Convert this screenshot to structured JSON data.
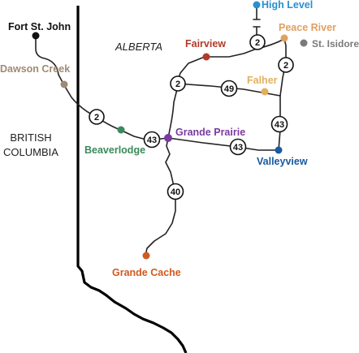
{
  "regions": {
    "alberta": "ALBERTA",
    "bc_line1": "BRITISH",
    "bc_line2": "COLUMBIA"
  },
  "places": {
    "fort_st_john": {
      "label": "Fort St. John",
      "color": "#111111"
    },
    "dawson_creek": {
      "label": "Dawson Creek",
      "color": "#a08a74"
    },
    "high_level": {
      "label": "High Level",
      "color": "#2a8fd0"
    },
    "peace_river": {
      "label": "Peace River",
      "color": "#e0a060"
    },
    "st_isidore": {
      "label": "St. Isidore",
      "color": "#7a7a7a"
    },
    "fairview": {
      "label": "Fairview",
      "color": "#b23a2a"
    },
    "falher": {
      "label": "Falher",
      "color": "#e0b060"
    },
    "beaverlodge": {
      "label": "Beaverlodge",
      "color": "#3a8a5a"
    },
    "grande_prairie": {
      "label": "Grande Prairie",
      "color": "#7a3aa0"
    },
    "valleyview": {
      "label": "Valleyview",
      "color": "#1a5aa0"
    },
    "grande_cache": {
      "label": "Grande Cache",
      "color": "#d05a20"
    }
  },
  "highways": {
    "hwy2_north": "2",
    "hwy2_east": "2",
    "hwy2_west": "2",
    "hwy2_bc": "2",
    "hwy49": "49",
    "hwy43_gp": "43",
    "hwy43_east": "43",
    "hwy43_valley": "43",
    "hwy40": "40"
  }
}
